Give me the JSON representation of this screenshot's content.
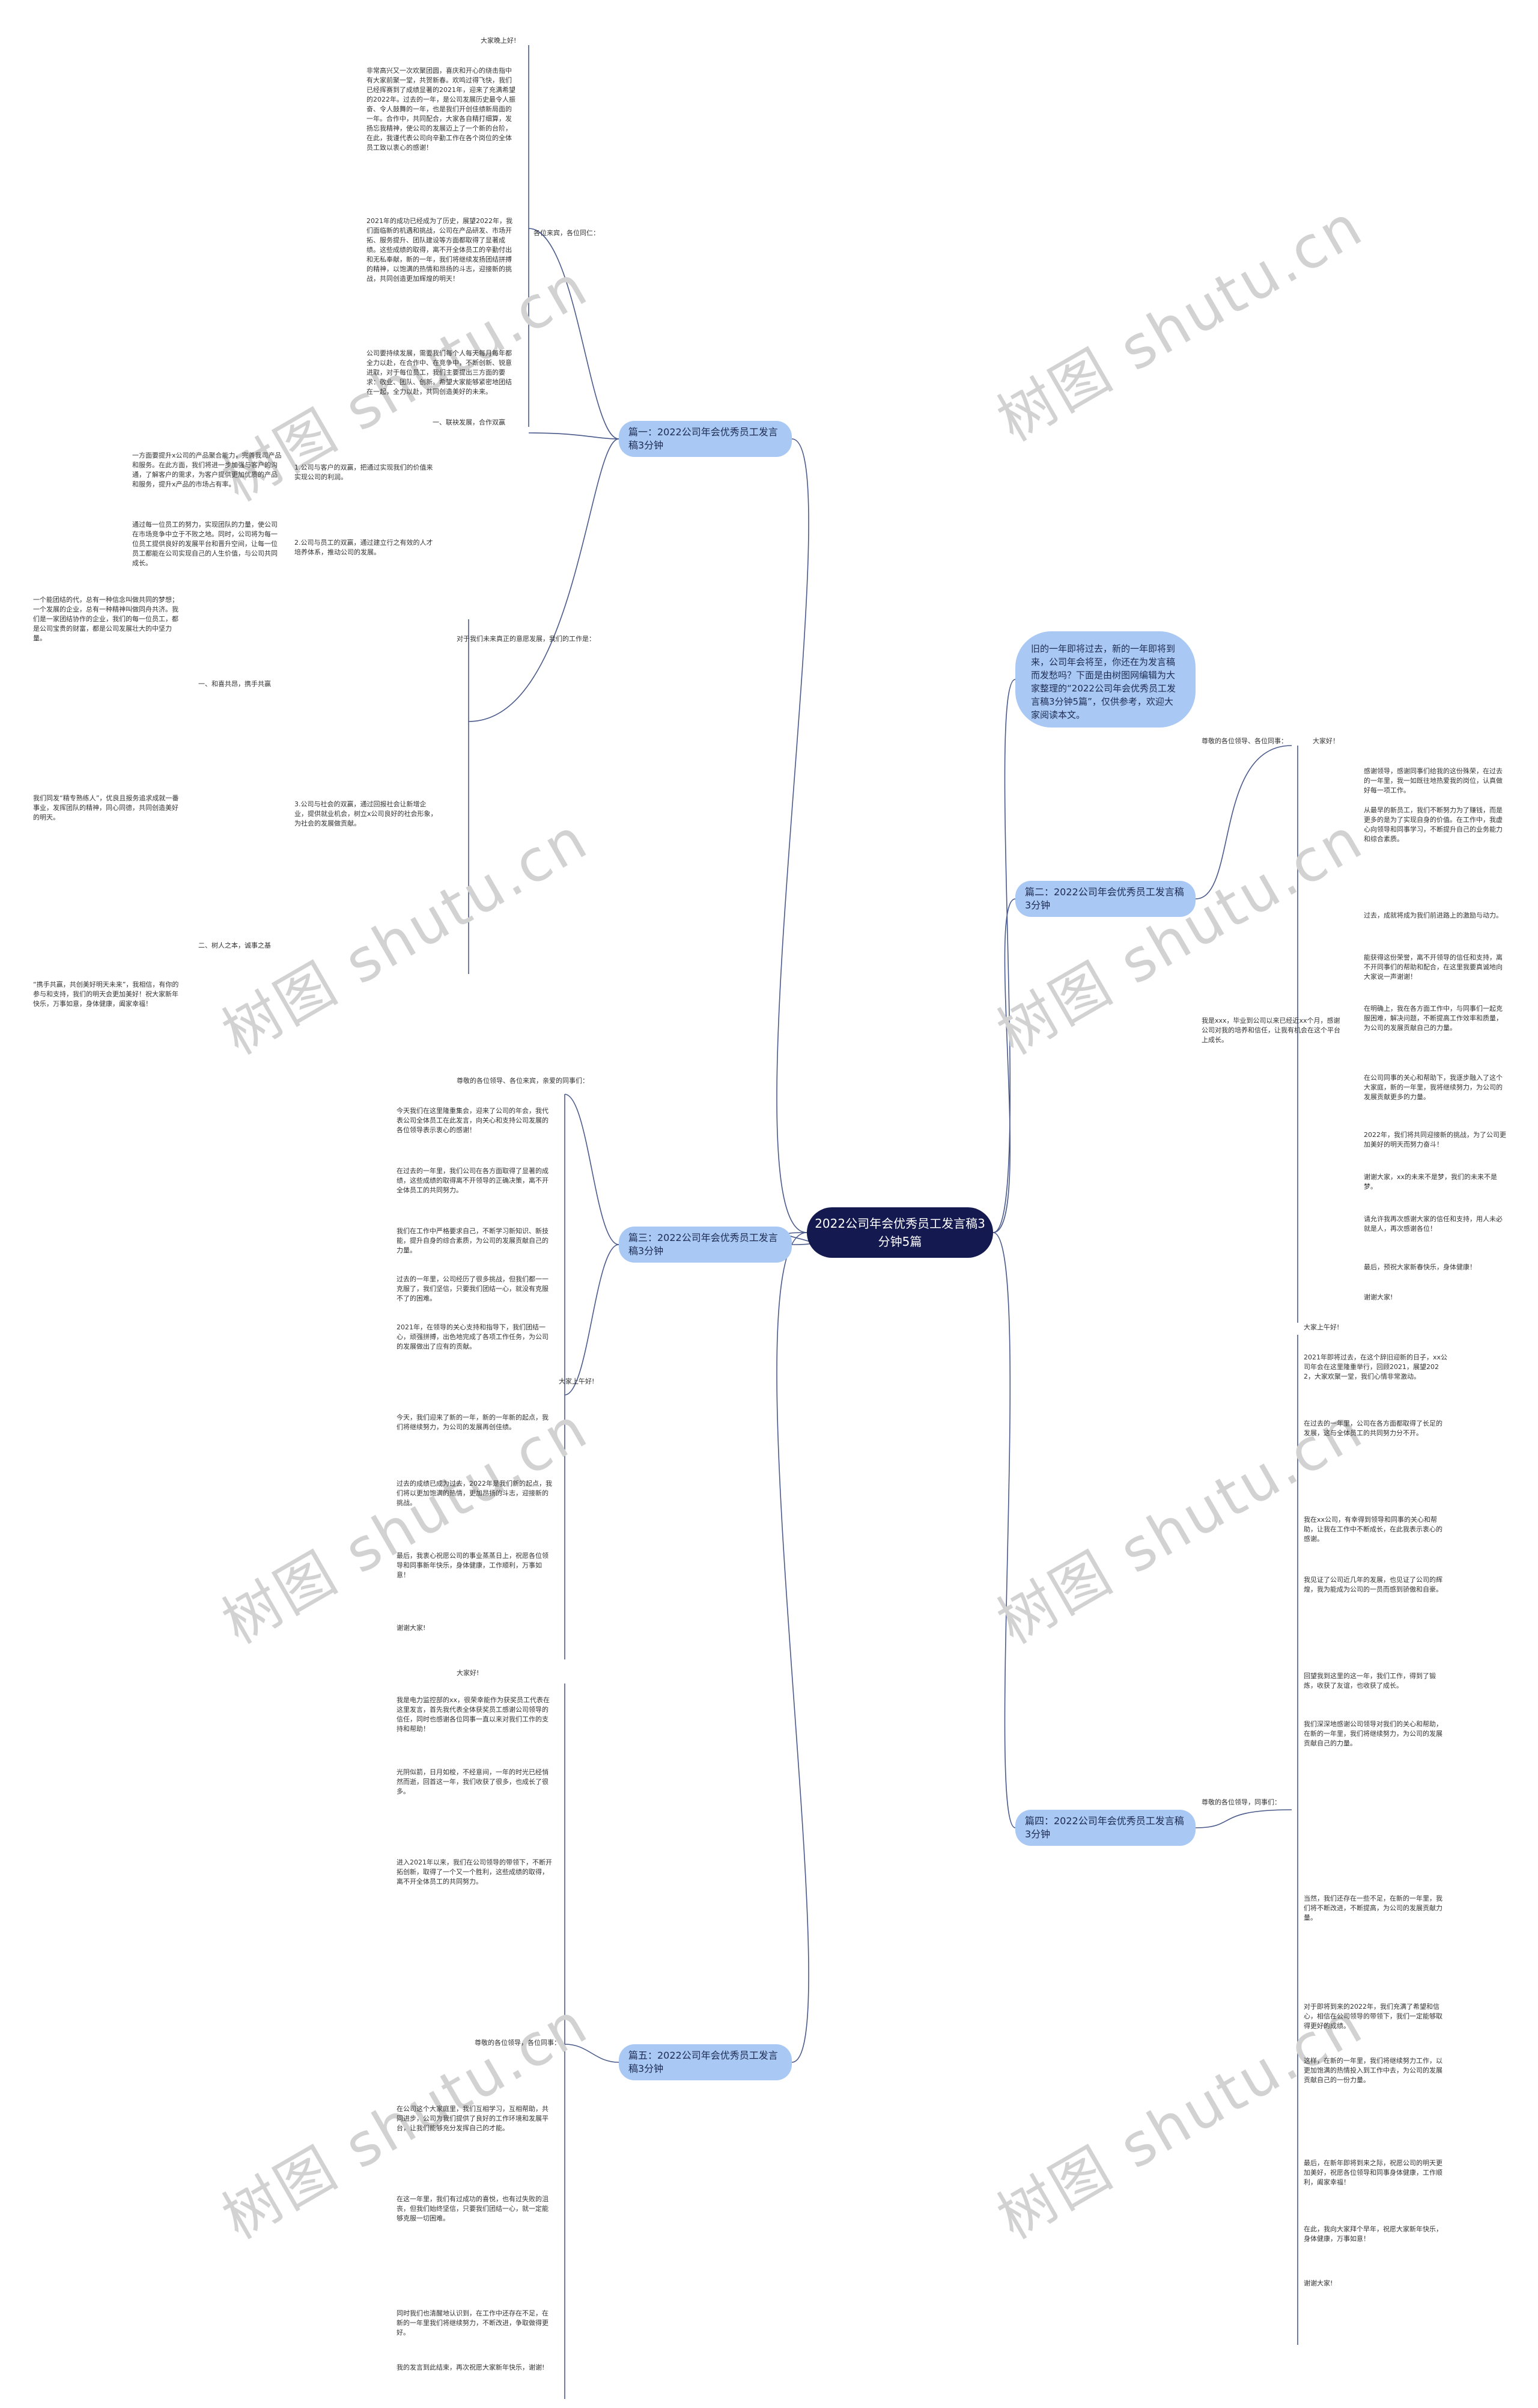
{
  "root": "2022公司年会优秀员工发言稿3分钟5篇",
  "intro": "旧的一年即将过去，新的一年即将到来，公司年会将至，你还在为发言稿而发愁吗？下面是由树图网编辑为大家整理的“2022公司年会优秀员工发言稿3分钟5篇”，仅供参考，欢迎大家阅读本文。",
  "watermarks": [
    "树图 shutu.cn",
    "树图 shutu.cn",
    "树图 shutu.cn",
    "树图 shutu.cn",
    "树图 shutu.cn",
    "树图 shutu.cn",
    "树图 shutu.cn",
    "树图 shutu.cn"
  ],
  "branches": [
    {
      "label": "篇一：2022公司年会优秀员工发言稿3分钟",
      "children": [
        {
          "text": "大家晚上好!"
        },
        {
          "text": "各位来宾，各位同仁："
        },
        {
          "text": "非常高兴又一次欢聚团圆，喜庆和开心的绕击指中有大家前聚一堂，共贺新春。欢鸣过得飞快，我们已经挥赛到了成绩显著的2021年，迎来了充满希望的2022年。过去的一年，是公司发展历史最令人振奋、令人鼓舞的一年，也是我们开创佳绩新局面的一年。合作中，共同配合，大家各自精打细算，发扬忘我精神，使公司的发展迈上了一个新的台阶，在此，我谨代表公司向辛勤工作在各个岗位的全体员工致以衷心的感谢！"
        },
        {
          "text": "2021年的成功已经成为了历史，展望2022年，我们面临新的机遇和挑战，公司在产品研发、市场开拓、服务提升、团队建设等方面都取得了显著成绩。这些成绩的取得，离不开全体员工的辛勤付出和无私奉献，新的一年，我们将继续发扬团结拼搏的精神，以饱满的热情和昂扬的斗志，迎接新的挑战，共同创造更加辉煌的明天！"
        },
        {
          "text": "公司要持续发展，需要我们每个人每天每月每年都全力以赴，在合作中、在竞争中，不断创新、锐意进取，对于每位员工，我们主要提出三方面的要求：敬业、团队、创新。希望大家能够紧密地团结在一起，全力以赴，共同创造美好的未来。"
        },
        {
          "text": "一、联袂发展，合作双赢"
        },
        {
          "text": "对于我们未来真正的意愿发展，我们的工作是："
        },
        {
          "text": "1.公司与客户的双赢，把通过实现我们的价值来实现公司的利润。"
        },
        {
          "text": "一方面要提升x公司的产品聚合能力，完善我司产品和服务。在此方面，我们将进一步加强与客户的沟通，了解客户的需求，为客户提供更加优质的产品和服务，提升x产品的市场占有率。"
        },
        {
          "text": "2.公司与员工的双赢，通过建立行之有效的人才培养体系，推动公司的发展。"
        },
        {
          "text": "通过每一位员工的努力，实现团队的力量，使公司在市场竞争中立于不败之地。同时，公司将为每一位员工提供良好的发展平台和晋升空间，让每一位员工都能在公司实现自己的人生价值，与公司共同成长。"
        },
        {
          "text": "一、和喜共昂，携手共赢"
        },
        {
          "text": "一个能团结的代，总有一种信念叫做共同的梦想；一个发展的企业，总有一种精神叫做同舟共济。我们是一家团结协作的企业，我们的每一位员工，都是公司宝贵的财富，都是公司发展壮大的中坚力量。"
        },
        {
          "text": "3.公司与社会的双赢，通过回报社会让新增企业，提供就业机会，树立x公司良好的社会形象，为社会的发展做贡献。"
        },
        {
          "text": "我们同发“精专熟练人”，优良且报务追求成就一番事业，发挥团队的精神，同心同德，共同创造美好的明天。"
        },
        {
          "text": "二、树人之本，诚事之基"
        },
        {
          "text": "“携手共赢，共创美好明天未来”，我相信，有你的参与和支持，我们的明天会更加美好！祝大家新年快乐，万事如意，身体健康，阖家幸福！"
        }
      ]
    },
    {
      "label": "篇二：2022公司年会优秀员工发言稿3分钟",
      "children": [
        {
          "text": "尊敬的各位领导、各位同事："
        },
        {
          "text": "大家好！"
        },
        {
          "text": "感谢领导，感谢同事们给我的这份殊荣，在过去的一年里，我一如既往地热爱我的岗位，认真做好每一项工作。"
        },
        {
          "text": "从最早的新员工，我们不断努力为了赚钱，而是更多的是为了实现自身的价值。在工作中，我虚心向领导和同事学习，不断提升自己的业务能力和综合素质。"
        },
        {
          "text": "过去，成就将成为我们前进路上的激励与动力。"
        },
        {
          "text": "能获得这份荣誉，离不开领导的信任和支持，离不开同事们的帮助和配合，在这里我要真诚地向大家说一声谢谢！"
        },
        {
          "text": "在明确上，我在各方面工作中，与同事们一起克服困难，解决问题，不断提高工作效率和质量，为公司的发展贡献自己的力量。"
        },
        {
          "text": "我是xxx，毕业到公司以来已经近xx个月，感谢公司对我的培养和信任，让我有机会在这个平台上成长。"
        },
        {
          "text": "在公司同事的关心和帮助下，我逐步融入了这个大家庭，新的一年里，我将继续努力，为公司的发展贡献更多的力量。"
        },
        {
          "text": "2022年，我们将共同迎接新的挑战，为了公司更加美好的明天而努力奋斗！"
        },
        {
          "text": "谢谢大家，xx的未来不是梦，我们的未来不是梦。"
        },
        {
          "text": "请允许我再次感谢大家的信任和支持，用人未必就是人，再次感谢各位！"
        },
        {
          "text": "最后，预祝大家新春快乐，身体健康！"
        },
        {
          "text": "谢谢大家!"
        }
      ]
    },
    {
      "label": "篇三：2022公司年会优秀员工发言稿3分钟",
      "children": [
        {
          "text": "尊敬的各位领导、各位来宾，亲爱的同事们："
        },
        {
          "text": "大家上午好!"
        },
        {
          "text": "今天我们在这里隆重集会，迎来了公司的年会，我代表公司全体员工在此发言，向关心和支持公司发展的各位领导表示衷心的感谢！"
        },
        {
          "text": "在过去的一年里，我们公司在各方面取得了显著的成绩，这些成绩的取得离不开领导的正确决策，离不开全体员工的共同努力。"
        },
        {
          "text": "我们在工作中严格要求自己，不断学习新知识、新技能，提升自身的综合素质，为公司的发展贡献自己的力量。"
        },
        {
          "text": "过去的一年里，公司经历了很多挑战，但我们都一一克服了，我们坚信，只要我们团结一心，就没有克服不了的困难。"
        },
        {
          "text": "2021年，在领导的关心支持和指导下，我们团结一心，顽强拼搏，出色地完成了各项工作任务，为公司的发展做出了应有的贡献。"
        },
        {
          "text": "今天，我们迎来了新的一年，新的一年新的起点，我们将继续努力，为公司的发展再创佳绩。"
        },
        {
          "text": "过去的成绩已成为过去，2022年是我们新的起点，我们将以更加饱满的热情，更加昂扬的斗志，迎接新的挑战。"
        },
        {
          "text": "最后，我衷心祝愿公司的事业蒸蒸日上，祝愿各位领导和同事新年快乐，身体健康，工作顺利，万事如意！"
        },
        {
          "text": "谢谢大家!"
        }
      ]
    },
    {
      "label": "篇四：2022公司年会优秀员工发言稿3分钟",
      "children": [
        {
          "text": "尊敬的各位领导，同事们："
        },
        {
          "text": "大家上午好!"
        },
        {
          "text": "2021年即将过去，在这个辞旧迎新的日子，xx公司年会在这里隆重举行，回顾2021，展望2022，大家欢聚一堂，我们心情非常激动。"
        },
        {
          "text": "在过去的一年里，公司在各方面都取得了长足的发展，这与全体员工的共同努力分不开。"
        },
        {
          "text": "我在xx公司，有幸得到领导和同事的关心和帮助，让我在工作中不断成长，在此我表示衷心的感谢。"
        },
        {
          "text": "我见证了公司近几年的发展，也见证了公司的辉煌，我为能成为公司的一员而感到骄傲和自豪。"
        },
        {
          "text": "回望我到这里的这一年，我们工作，得到了锻炼，收获了友谊，也收获了成长。"
        },
        {
          "text": "我们深深地感谢公司领导对我们的关心和帮助，在新的一年里，我们将继续努力，为公司的发展贡献自己的力量。"
        },
        {
          "text": "当然，我们还存在一些不足，在新的一年里，我们将不断改进，不断提高，为公司的发展贡献力量。"
        },
        {
          "text": "对于即将到来的2022年，我们充满了希望和信心，相信在公司领导的带领下，我们一定能够取得更好的成绩。"
        },
        {
          "text": "这样，在新的一年里，我们将继续努力工作，以更加饱满的热情投入到工作中去，为公司的发展贡献自己的一份力量。"
        },
        {
          "text": "最后，在新年即将到来之际，祝愿公司的明天更加美好，祝愿各位领导和同事身体健康，工作顺利，阖家幸福！"
        },
        {
          "text": "在此，我向大家拜个早年，祝愿大家新年快乐，身体健康，万事如意！"
        },
        {
          "text": "谢谢大家!"
        }
      ]
    },
    {
      "label": "篇五：2022公司年会优秀员工发言稿3分钟",
      "children": [
        {
          "text": "尊敬的各位领导，各位同事："
        },
        {
          "text": "大家好!"
        },
        {
          "text": "我是电力监控部的xx，很荣幸能作为获奖员工代表在这里发言，首先我代表全体获奖员工感谢公司领导的信任，同时也感谢各位同事一直以来对我们工作的支持和帮助！"
        },
        {
          "text": "光阴似箭，日月如梭，不经意间，一年的时光已经悄然而逝，回首这一年，我们收获了很多，也成长了很多。"
        },
        {
          "text": "进入2021年以来，我们在公司领导的带领下，不断开拓创新，取得了一个又一个胜利，这些成绩的取得，离不开全体员工的共同努力。"
        },
        {
          "text": "在公司这个大家庭里，我们互相学习，互相帮助，共同进步，公司为我们提供了良好的工作环境和发展平台，让我们能够充分发挥自己的才能。"
        },
        {
          "text": "在这一年里，我们有过成功的喜悦，也有过失败的沮丧，但我们始终坚信，只要我们团结一心，就一定能够克服一切困难。"
        },
        {
          "text": "同时我们也清醒地认识到，在工作中还存在不足，在新的一年里我们将继续努力，不断改进，争取做得更好。"
        },
        {
          "text": "我的发言到此结束，再次祝愿大家新年快乐，谢谢!"
        }
      ]
    }
  ]
}
